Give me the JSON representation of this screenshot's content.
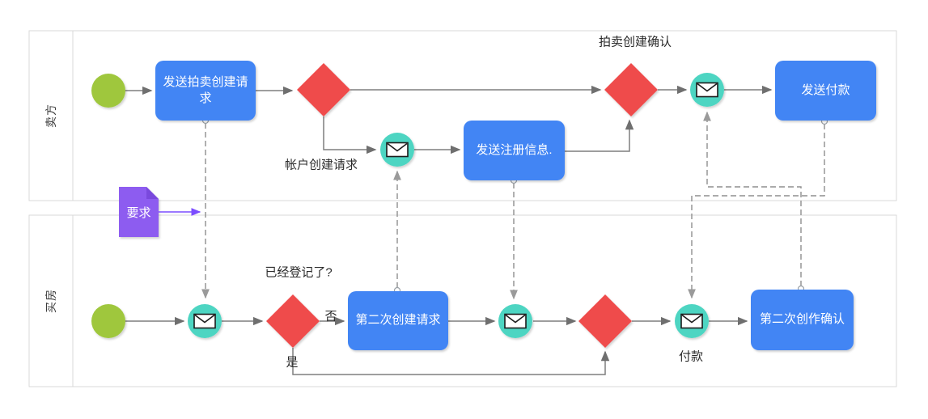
{
  "colors": {
    "task-fill": "#4285f4",
    "gateway-fill": "#ef4b4b",
    "event-fill": "#4ed5c2",
    "start-fill": "#9fc73c",
    "note-fill": "#8d5cf0",
    "note-fold": "#7a49dd",
    "note-arrow": "#7c4dff",
    "flow-line": "#7e7e7e",
    "message-line": "#8f8f8f",
    "lane-border": "#d9d9d9",
    "task-text": "#ffffff",
    "label-text": "#2b2b2b"
  },
  "pools": {
    "seller": {
      "label": "卖方"
    },
    "buyer": {
      "label": "买房"
    }
  },
  "nodes": {
    "task_send_auction_request": {
      "label": "发送拍卖创建请求"
    },
    "task_send_registration_info": {
      "label": "发送注册信息."
    },
    "task_send_payment": {
      "label": "发送付款"
    },
    "task_second_creation_request": {
      "label": "第二次创建请求"
    },
    "task_second_creation_confirm": {
      "label": "第二次创作确认"
    },
    "note_requirement": {
      "label": "要求"
    }
  },
  "annotations": {
    "auction_creation_confirm": "拍卖创建确认",
    "account_creation_request": "帐户创建请求",
    "already_registered": "已经登记了?",
    "no": "否",
    "yes": "是",
    "payment": "付款"
  },
  "icons": {
    "message_event": "envelope-icon",
    "start_event": "circle-icon",
    "gateway": "diamond-icon",
    "annotation_note": "folded-note-icon"
  }
}
